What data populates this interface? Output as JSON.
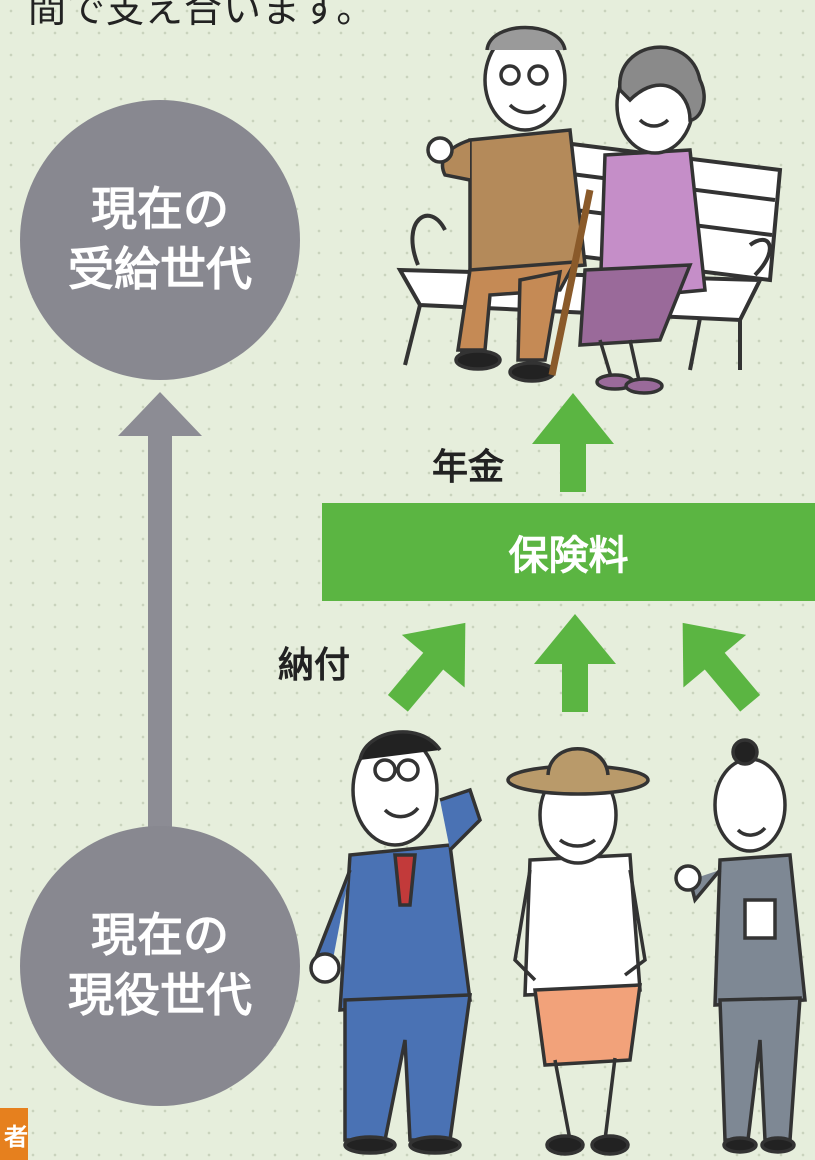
{
  "header": {
    "partial_text": "間で支え合います。"
  },
  "circles": {
    "recipients": {
      "line1": "現在の",
      "line2": "受給世代"
    },
    "workers": {
      "line1": "現在の",
      "line2": "現役世代"
    }
  },
  "labels": {
    "pension": "年金",
    "payment": "納付",
    "premium": "保険料"
  },
  "corner_badge": {
    "text": "者"
  },
  "colors": {
    "accent_green": "#5bb542",
    "circle_gray": "#888890",
    "arrow_gray": "#8c8c94",
    "badge_orange": "#e6801e",
    "background": "#e6eedc"
  }
}
